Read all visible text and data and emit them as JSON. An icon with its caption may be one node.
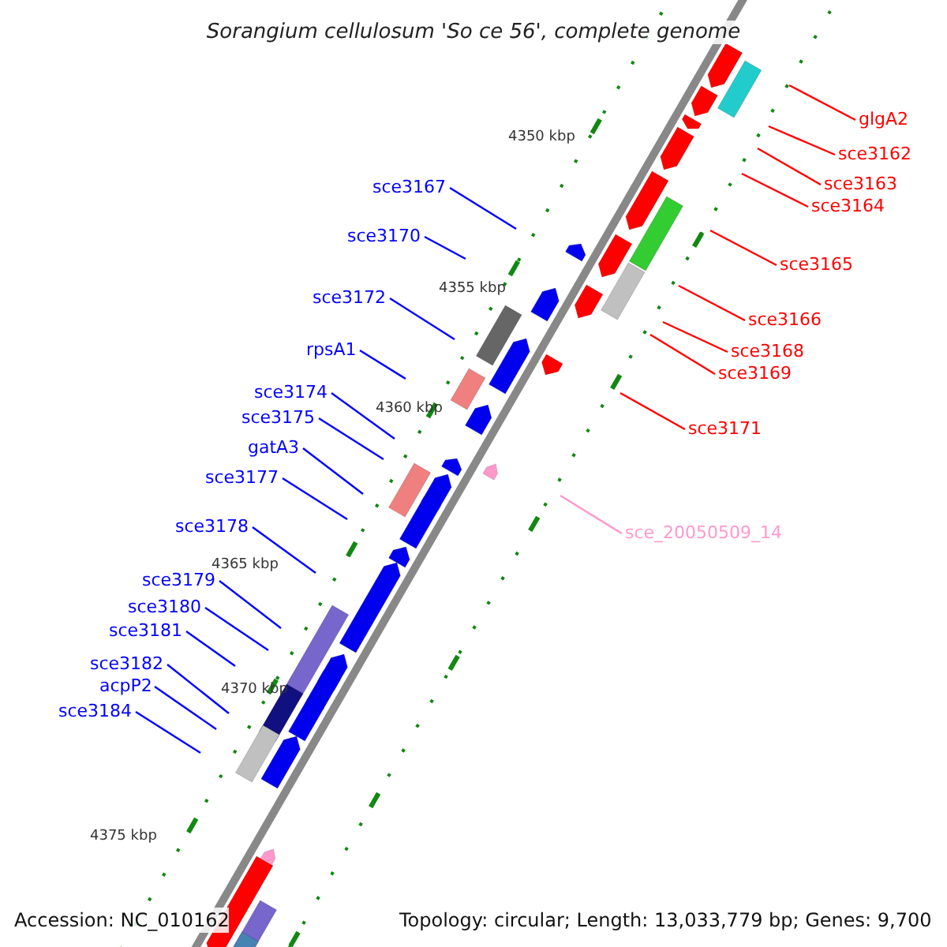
{
  "diagram": {
    "title": "Sorangium cellulosum 'So ce 56', complete genome",
    "nodes": [
      {
        "text": [
          "glgA2"
        ]
      },
      {
        "text": [
          "sce3162"
        ]
      },
      {
        "text": [
          "sce3163"
        ]
      },
      {
        "text": [
          "sce3167"
        ]
      },
      {
        "text": [
          "sce3164"
        ]
      },
      {
        "text": [
          "sce3170"
        ]
      },
      {
        "text": [
          "sce3165"
        ]
      },
      {
        "text": [
          "sce3172"
        ]
      },
      {
        "text": [
          "sce3166"
        ]
      },
      {
        "text": [
          "rpsA1"
        ]
      },
      {
        "text": [
          "sce3168"
        ]
      },
      {
        "text": [
          "sce3169"
        ]
      },
      {
        "text": [
          "sce3174"
        ]
      },
      {
        "text": [
          "sce3175"
        ]
      },
      {
        "text": [
          "sce3171"
        ]
      },
      {
        "text": [
          "gatA3"
        ]
      },
      {
        "text": [
          "sce3177"
        ]
      },
      {
        "text": [
          "sce3178"
        ]
      },
      {
        "text": [
          "sce_20050509_14"
        ]
      },
      {
        "text": [
          "sce3179"
        ]
      },
      {
        "text": [
          "sce3180"
        ]
      },
      {
        "text": [
          "sce3181"
        ]
      },
      {
        "text": [
          "sce3182"
        ]
      },
      {
        "text": [
          "acpP2"
        ]
      },
      {
        "text": [
          "sce3184"
        ]
      }
    ],
    "edges": [
      {
        "from": 0,
        "to": null,
        "arrow": "none",
        "color": "#ff0000"
      },
      {
        "from": 1,
        "to": null,
        "arrow": "none",
        "color": "#ff0000"
      },
      {
        "from": 2,
        "to": null,
        "arrow": "none",
        "color": "#ff0000"
      },
      {
        "from": 3,
        "to": null,
        "arrow": "none"
      },
      {
        "from": 4,
        "to": null,
        "arrow": "none",
        "color": "#ff0000"
      },
      {
        "from": 5,
        "to": null,
        "arrow": "none"
      },
      {
        "from": 6,
        "to": null,
        "arrow": "none",
        "color": "#ff0000"
      },
      {
        "from": 7,
        "to": null,
        "arrow": "none"
      },
      {
        "from": 8,
        "to": null,
        "arrow": "none",
        "color": "#ff0000"
      },
      {
        "from": 9,
        "to": null,
        "arrow": "none"
      },
      {
        "from": 10,
        "to": null,
        "arrow": "none",
        "color": "#ff0000"
      },
      {
        "from": 11,
        "to": null,
        "arrow": "none",
        "color": "#ff0000"
      },
      {
        "from": 12,
        "to": null,
        "arrow": "none"
      },
      {
        "from": 13,
        "to": null,
        "arrow": "none"
      },
      {
        "from": 14,
        "to": null,
        "arrow": "none",
        "color": "#ff0000"
      },
      {
        "from": 15,
        "to": null,
        "arrow": "none"
      },
      {
        "from": 16,
        "to": null,
        "arrow": "none"
      },
      {
        "from": 17,
        "to": null,
        "arrow": "none"
      },
      {
        "from": 18,
        "to": null,
        "arrow": "none",
        "color": "#ff99cc"
      },
      {
        "from": 19,
        "to": null,
        "arrow": "none"
      },
      {
        "from": 20,
        "to": null,
        "arrow": "none"
      },
      {
        "from": 21,
        "to": null,
        "arrow": "none"
      },
      {
        "from": 22,
        "to": null,
        "arrow": "none"
      },
      {
        "from": 23,
        "to": null,
        "arrow": "none"
      },
      {
        "from": 24,
        "to": null,
        "arrow": "none"
      }
    ],
    "labels": [
      "4350 kbp",
      "4355 kbp",
      "4360 kbp",
      "4365 kbp",
      "4370 kbp",
      "4375 kbp",
      "Accession: NC_010162",
      "Topology: circular; Length: 13,033,779 bp; Genes: 9,700"
    ]
  }
}
